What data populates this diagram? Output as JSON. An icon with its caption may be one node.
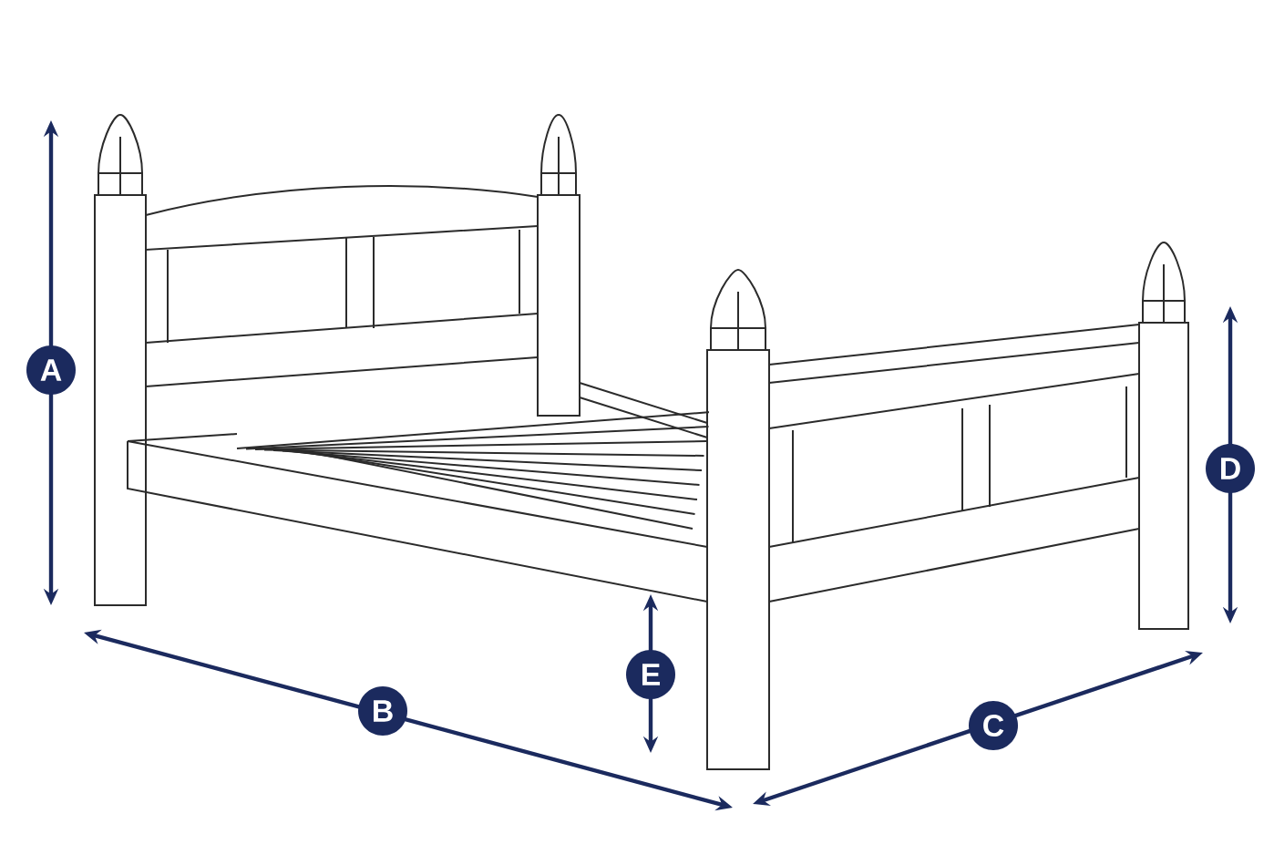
{
  "diagram": {
    "nodes": [
      {
        "text": [
          "A"
        ]
      },
      {
        "text": [
          "B"
        ]
      },
      {
        "text": [
          "E"
        ]
      },
      {
        "text": [
          "C"
        ]
      },
      {
        "text": [
          "D"
        ]
      }
    ]
  }
}
